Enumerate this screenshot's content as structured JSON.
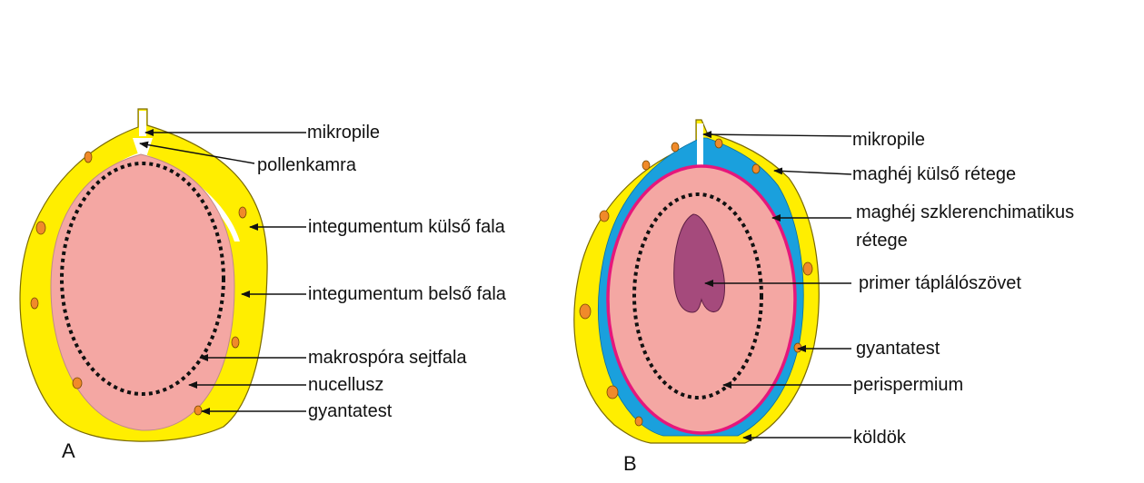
{
  "colors": {
    "integument": "#ffee00",
    "integument_outline": "#7a6a00",
    "tissue": "#f4a7a3",
    "sclerenchyma": "#1aa0dd",
    "embryo": "#a54a7c",
    "resin": "#f08a2a",
    "spore_wall_ring": "#e5177c",
    "line": "#111111"
  },
  "panel_a": {
    "letter": "A",
    "labels": {
      "micropyle": "mikropile",
      "pollen_chamber": "pollenkamra",
      "outer_wall": "integumentum külső fala",
      "inner_wall": "integumentum belső fala",
      "spore_wall": "makrospóra sejtfala",
      "nucellus": "nucellusz",
      "resin_body": "gyantatest"
    }
  },
  "panel_b": {
    "letter": "B",
    "labels": {
      "micropyle": "mikropile",
      "seed_coat_outer": "maghéj külső rétege",
      "seed_coat_scler_line1": "maghéj szklerenchimatikus",
      "seed_coat_scler_line2": "rétege",
      "primary_tissue": "primer táplálószövet",
      "resin_body": "gyantatest",
      "perisperm": "perispermium",
      "hilum": "köldök"
    }
  }
}
